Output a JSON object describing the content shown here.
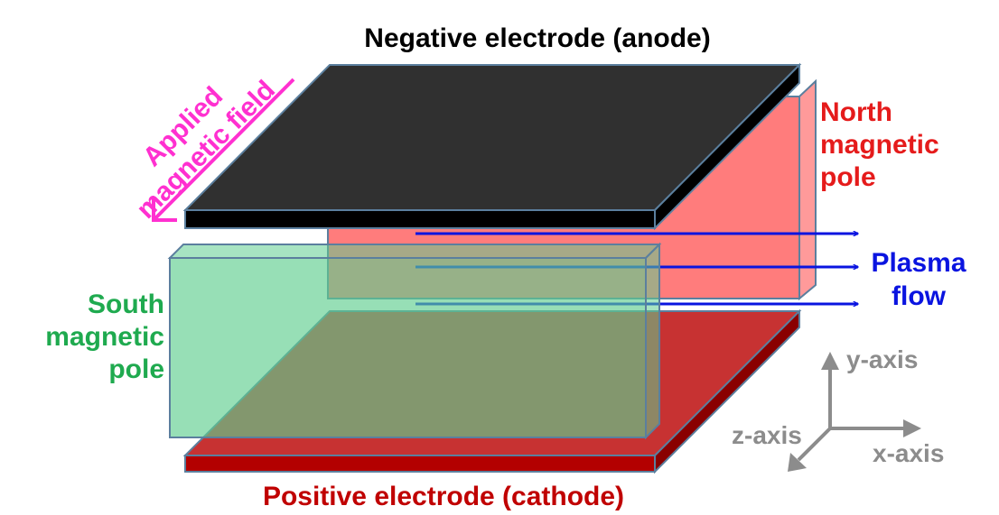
{
  "labels": {
    "negative_electrode": "Negative electrode (anode)",
    "positive_electrode": "Positive electrode (cathode)",
    "applied_field_line1": "Applied",
    "applied_field_line2": "magnetic field",
    "north_line1": "North",
    "north_line2": "magnetic",
    "north_line3": "pole",
    "south_line1": "South",
    "south_line2": "magnetic",
    "south_line3": "pole",
    "plasma_line1": "Plasma",
    "plasma_line2": "flow",
    "y_axis": "y-axis",
    "z_axis": "z-axis",
    "x_axis": "x-axis"
  },
  "colors": {
    "anode": "#2f2f2f",
    "anode_edge": "#000000",
    "cathode": "#c73232",
    "cathode_edge": "#b00000",
    "north_pole": "#ff7c7c",
    "south_pole": "#5fce8f",
    "flow": "#0a14e0",
    "field": "#ff30d0",
    "north_text": "#e51b1b",
    "south_text": "#1faa4f",
    "cathode_text": "#c00000",
    "axis": "#8c8c8c"
  }
}
